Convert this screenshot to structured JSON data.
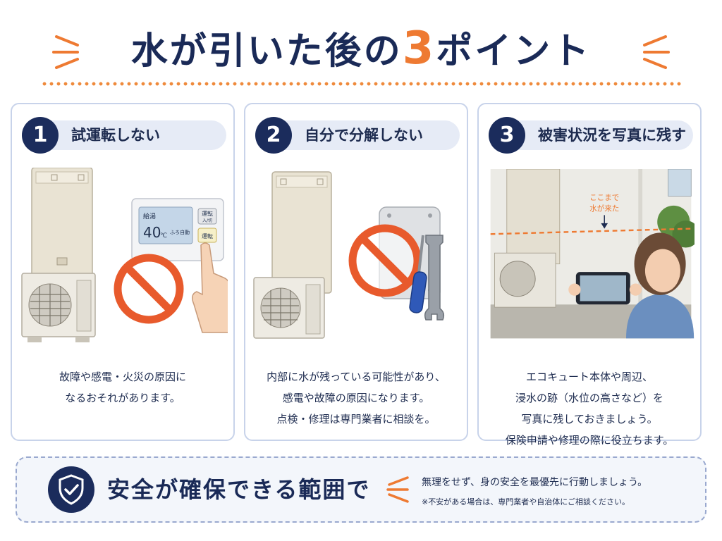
{
  "header": {
    "title_before": "水が引いた後の",
    "title_number": "3",
    "title_after": "ポイント"
  },
  "points": [
    {
      "number": "1",
      "title": "試運転しない",
      "lines": [
        "故障や感電・火災の原因に",
        "なるおそれがあります。"
      ],
      "remote": {
        "label_hot": "給湯",
        "temperature": "40",
        "unit": "℃",
        "label_bath": "ふろ自動",
        "button_run": "運転",
        "button_run_sub": "入/切",
        "button_ops": "運転"
      }
    },
    {
      "number": "2",
      "title": "自分で分解しない",
      "lines": [
        "内部に水が残っている可能性があり、",
        "感電や故障の原因になります。",
        "点検・修理は専門業者に相談を。"
      ]
    },
    {
      "number": "3",
      "title": "被害状況を写真に残す",
      "lines": [
        "エコキュート本体や周辺、",
        "浸水の跡（水位の高さなど）を",
        "写真に残しておきましょう。",
        "保険申請や修理の際に役立ちます。"
      ],
      "annotation": [
        "ここまで",
        "水が来た"
      ]
    }
  ],
  "banner": {
    "title": "安全が確保できる範囲で",
    "main": "無理をせず、身の安全を最優先に行動しましょう。",
    "note": "※不安がある場合は、専門業者や自治体にご相談ください。"
  },
  "colors": {
    "navy": "#1b2c5c",
    "orange": "#ee7a32",
    "prohibit_red": "#e85a2c",
    "card_border": "#c8d3ea",
    "pill_bg": "#e6ebf6"
  },
  "icons": [
    "sparkle-icon",
    "prohibit-icon",
    "shield-check-icon",
    "chevron-left-icon",
    "screwdriver-icon",
    "wrench-icon",
    "smartphone-icon"
  ]
}
